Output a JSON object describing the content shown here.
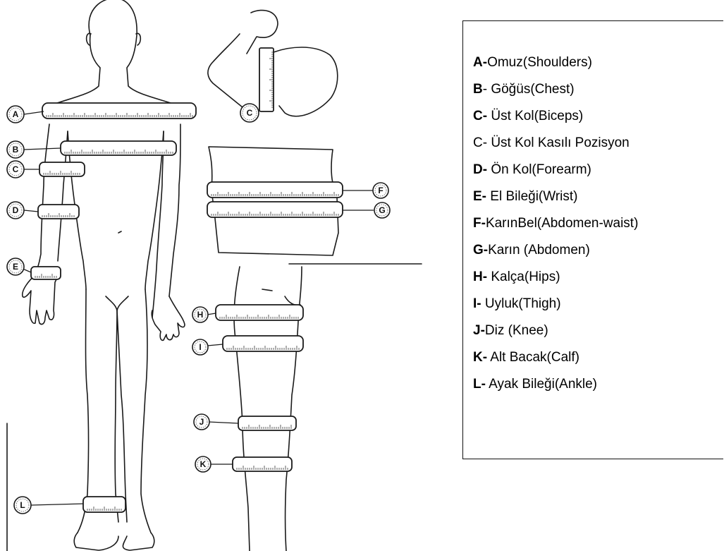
{
  "figure": {
    "badges": [
      "A",
      "B",
      "C",
      "D",
      "E",
      "L",
      "C",
      "F",
      "G",
      "H",
      "I",
      "J",
      "K"
    ]
  },
  "legend": {
    "items": [
      {
        "key": "A-",
        "text": "Omuz(Shoulders)",
        "bold": true
      },
      {
        "key": "B",
        "text": "- Göğüs(Chest)",
        "bold": true
      },
      {
        "key": "C-",
        "text": " Üst Kol(Biceps)",
        "bold": true
      },
      {
        "key": "",
        "text": "C- Üst Kol Kasılı Pozisyon",
        "bold": false
      },
      {
        "key": "D-",
        "text": " Ön Kol(Forearm)",
        "bold": true
      },
      {
        "key": "E-",
        "text": " El Bileği(Wrist)",
        "bold": true
      },
      {
        "key": "F-",
        "text": "KarınBel(Abdomen-waist)",
        "bold": true
      },
      {
        "key": "G-",
        "text": "Karın (Abdomen)",
        "bold": true
      },
      {
        "key": "H-",
        "text": " Kalça(Hips)",
        "bold": true
      },
      {
        "key": "I-",
        "text": " Uyluk(Thigh)",
        "bold": true
      },
      {
        "key": "J-",
        "text": "Diz (Knee)",
        "bold": true
      },
      {
        "key": "K-",
        "text": " Alt Bacak(Calf)",
        "bold": true
      },
      {
        "key": "L-",
        "text": " Ayak Bileği(Ankle)",
        "bold": true
      }
    ]
  }
}
